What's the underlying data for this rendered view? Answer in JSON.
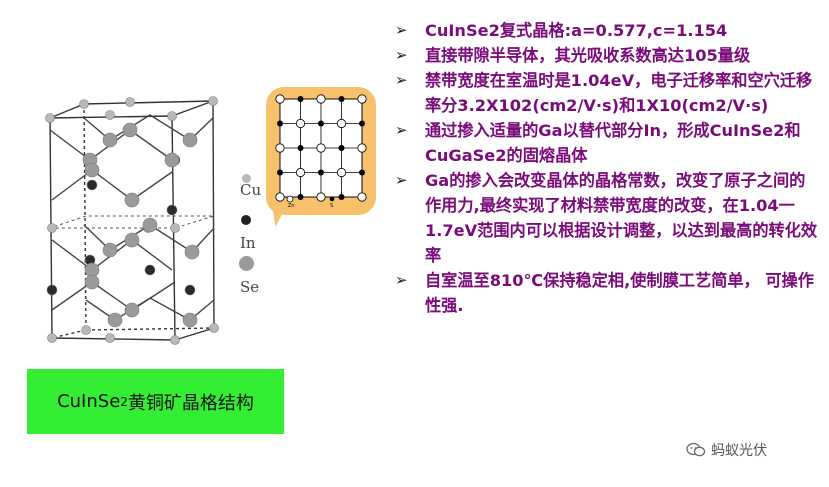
{
  "bullets": [
    {
      "text": "CuInSe2复式晶格:a=0.577,c=1.154"
    },
    {
      "text": "直接带隙半导体，其光吸收系数高达105量级"
    },
    {
      "text": "禁带宽度在室温时是1.04eV，电子迁移率和空穴迁移率分3.2X102(cm2/V·s)和1X10(cm2/V·s)"
    },
    {
      "text": "通过掺入适量的Ga以替代部分In，形成CuInSe2和CuGaSe2的固熔晶体"
    },
    {
      "text": "Ga的掺入会改变晶体的晶格常数，改变了原子之间的作用力,最终实现了材料禁带宽度的改变，在1.04一1.7eV范围内可以根据设计调整，以达到最高的转化效率"
    },
    {
      "text": "自室温至810℃保持稳定相,使制膜工艺简单， 可操作性强."
    }
  ],
  "legend": [
    {
      "label": "Cu",
      "color": "#b8b8b8"
    },
    {
      "label": "In",
      "color": "#222222"
    },
    {
      "label": "Se",
      "color": "#9a9a9a"
    }
  ],
  "inset_labels": {
    "left": "Zn",
    "right": "S"
  },
  "caption": {
    "main": "CuInSe",
    "sub": "2",
    "rest": "黄铜矿晶格结构"
  },
  "watermark": {
    "text": "蚂蚁光伏",
    "icon": "wechat-icon"
  }
}
